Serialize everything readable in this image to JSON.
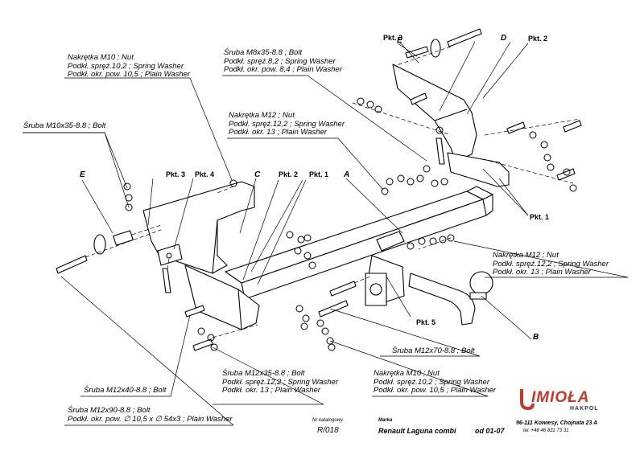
{
  "labels": {
    "nut_m10_top": [
      "Nakrętka  M10 ; Nut",
      "Podkł. spręż.10,2 ; Spring Washer",
      "Podkł. okr. pow. 10,5 ; Plain Washer"
    ],
    "bolt_m8": [
      "Śruba M8x35-8.8 ;  Bolt",
      "Podkł. spręż.8,2 ; Spring Washer",
      "Podkł. okr. pow. 8,4 ; Plain Washer"
    ],
    "nut_m12_top": [
      "Nakrętka  M12 ; Nut",
      "Podkł. spręż.12,2 ; Spring Washer",
      "Podkł. okr. 13 ; Plain Washer"
    ],
    "bolt_m10x35": "Śruba M10x35-8.8 ;  Bolt",
    "nut_m12_right": [
      "Nakrętka  M12 ; Nut",
      "Podkł. spręż.12,2 ; Spring Washer",
      "Podkł. okr. 13 ; Plain Washer"
    ],
    "bolt_m12x70": "Śruba M12x70-8.8 ;  Bolt",
    "bolt_m12x35": [
      "Śruba M12x35-8.8 ;  Bolt",
      "Podkł. spręż.12,2 ; Spring Washer",
      "Podkł. okr. 13 ; Plain Washer"
    ],
    "nut_m10_bottom": [
      "Nakrętka  M10 ; Nut",
      "Podkł. spręż.10,2 ; Spring Washer",
      "Podkł. okr. pow. 10,5 ; Plain Washer"
    ],
    "bolt_m12x40": "Śruba M12x40-8.8 ;  Bolt",
    "bolt_m12x90": [
      "Śruba M12x90-8.8 ;  Bolt",
      "Podkł. okr. pow. ∅ 10,5 x ∅ 54x3 ; Plain Washer"
    ]
  },
  "tags": {
    "pkt3_top": "Pkt. 3",
    "pkt2_top": "Pkt. 2",
    "pkt3_left": "Pkt. 3",
    "pkt4": "Pkt. 4",
    "pkt2_mid": "Pkt. 2",
    "pkt1_mid": "Pkt. 1",
    "pkt1_right": "Pkt. 1",
    "pkt5": "Pkt. 5"
  },
  "letters": {
    "A": "A",
    "B": "B",
    "C": "C",
    "D": "D",
    "E_top": "E",
    "E_left": "E"
  },
  "footer": {
    "catalog_heading": "Nr katalogowy",
    "catalog_no": "R/018",
    "brand_heading": "Marka",
    "model": "Renault Laguna combi",
    "date": "od  01-07",
    "address": "96-111 Kowiesy, Chojnata 23 A",
    "phone": "tel. +48 46 831 73 31"
  },
  "logo": {
    "name": "IMIOŁA",
    "sub": "HAKPOL",
    "color": "#c0392b"
  }
}
